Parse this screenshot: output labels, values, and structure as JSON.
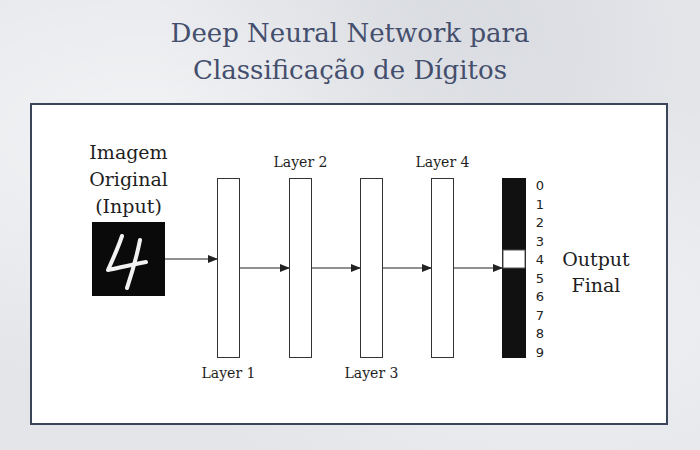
{
  "diagram": {
    "title": "Deep Neural Network para Classificação de Dígitos",
    "nodes": [
      {
        "text": [
          "Imagem Original (Input)"
        ]
      },
      {
        "text": [
          "Layer 1"
        ]
      },
      {
        "text": [
          "Layer 2"
        ]
      },
      {
        "text": [
          "Layer 3"
        ]
      },
      {
        "text": [
          "Layer 4"
        ]
      },
      {
        "text": [
          "Output Final"
        ]
      }
    ],
    "edges": [
      {
        "from": 0,
        "to": 1,
        "arrow": "to"
      },
      {
        "from": 1,
        "to": 2,
        "arrow": "to"
      },
      {
        "from": 2,
        "to": 3,
        "arrow": "to"
      },
      {
        "from": 3,
        "to": 4,
        "arrow": "to"
      },
      {
        "from": 4,
        "to": 5,
        "arrow": "to"
      }
    ],
    "labels": [
      "0",
      "1",
      "2",
      "3",
      "4",
      "5",
      "6",
      "7",
      "8",
      "9"
    ]
  }
}
